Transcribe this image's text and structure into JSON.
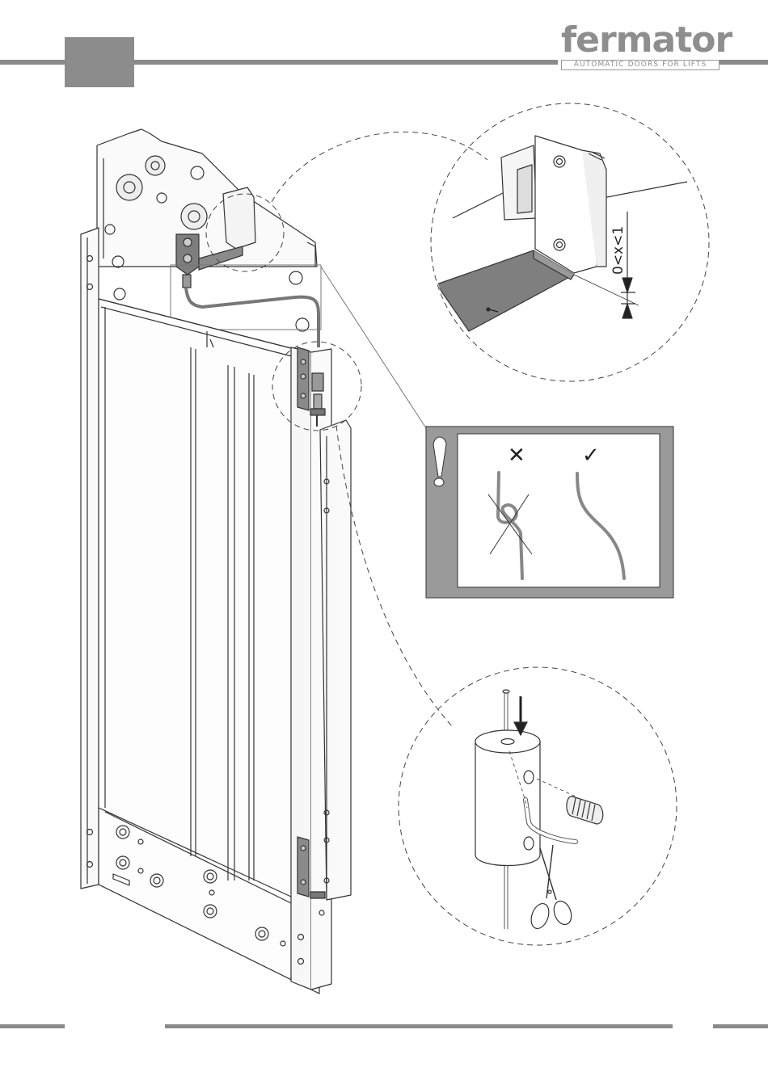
{
  "header": {
    "brand": "fermator",
    "tagline": "AUTOMATIC DOORS FOR LIFTS"
  },
  "detail_clearance": {
    "label": "0<x<1"
  },
  "warning_panel": {
    "wrong_mark": "✕",
    "right_mark": "✓"
  },
  "colors": {
    "rule": "#8a8a8a",
    "panel_grey": "#9a9a9a",
    "line": "#333333"
  }
}
